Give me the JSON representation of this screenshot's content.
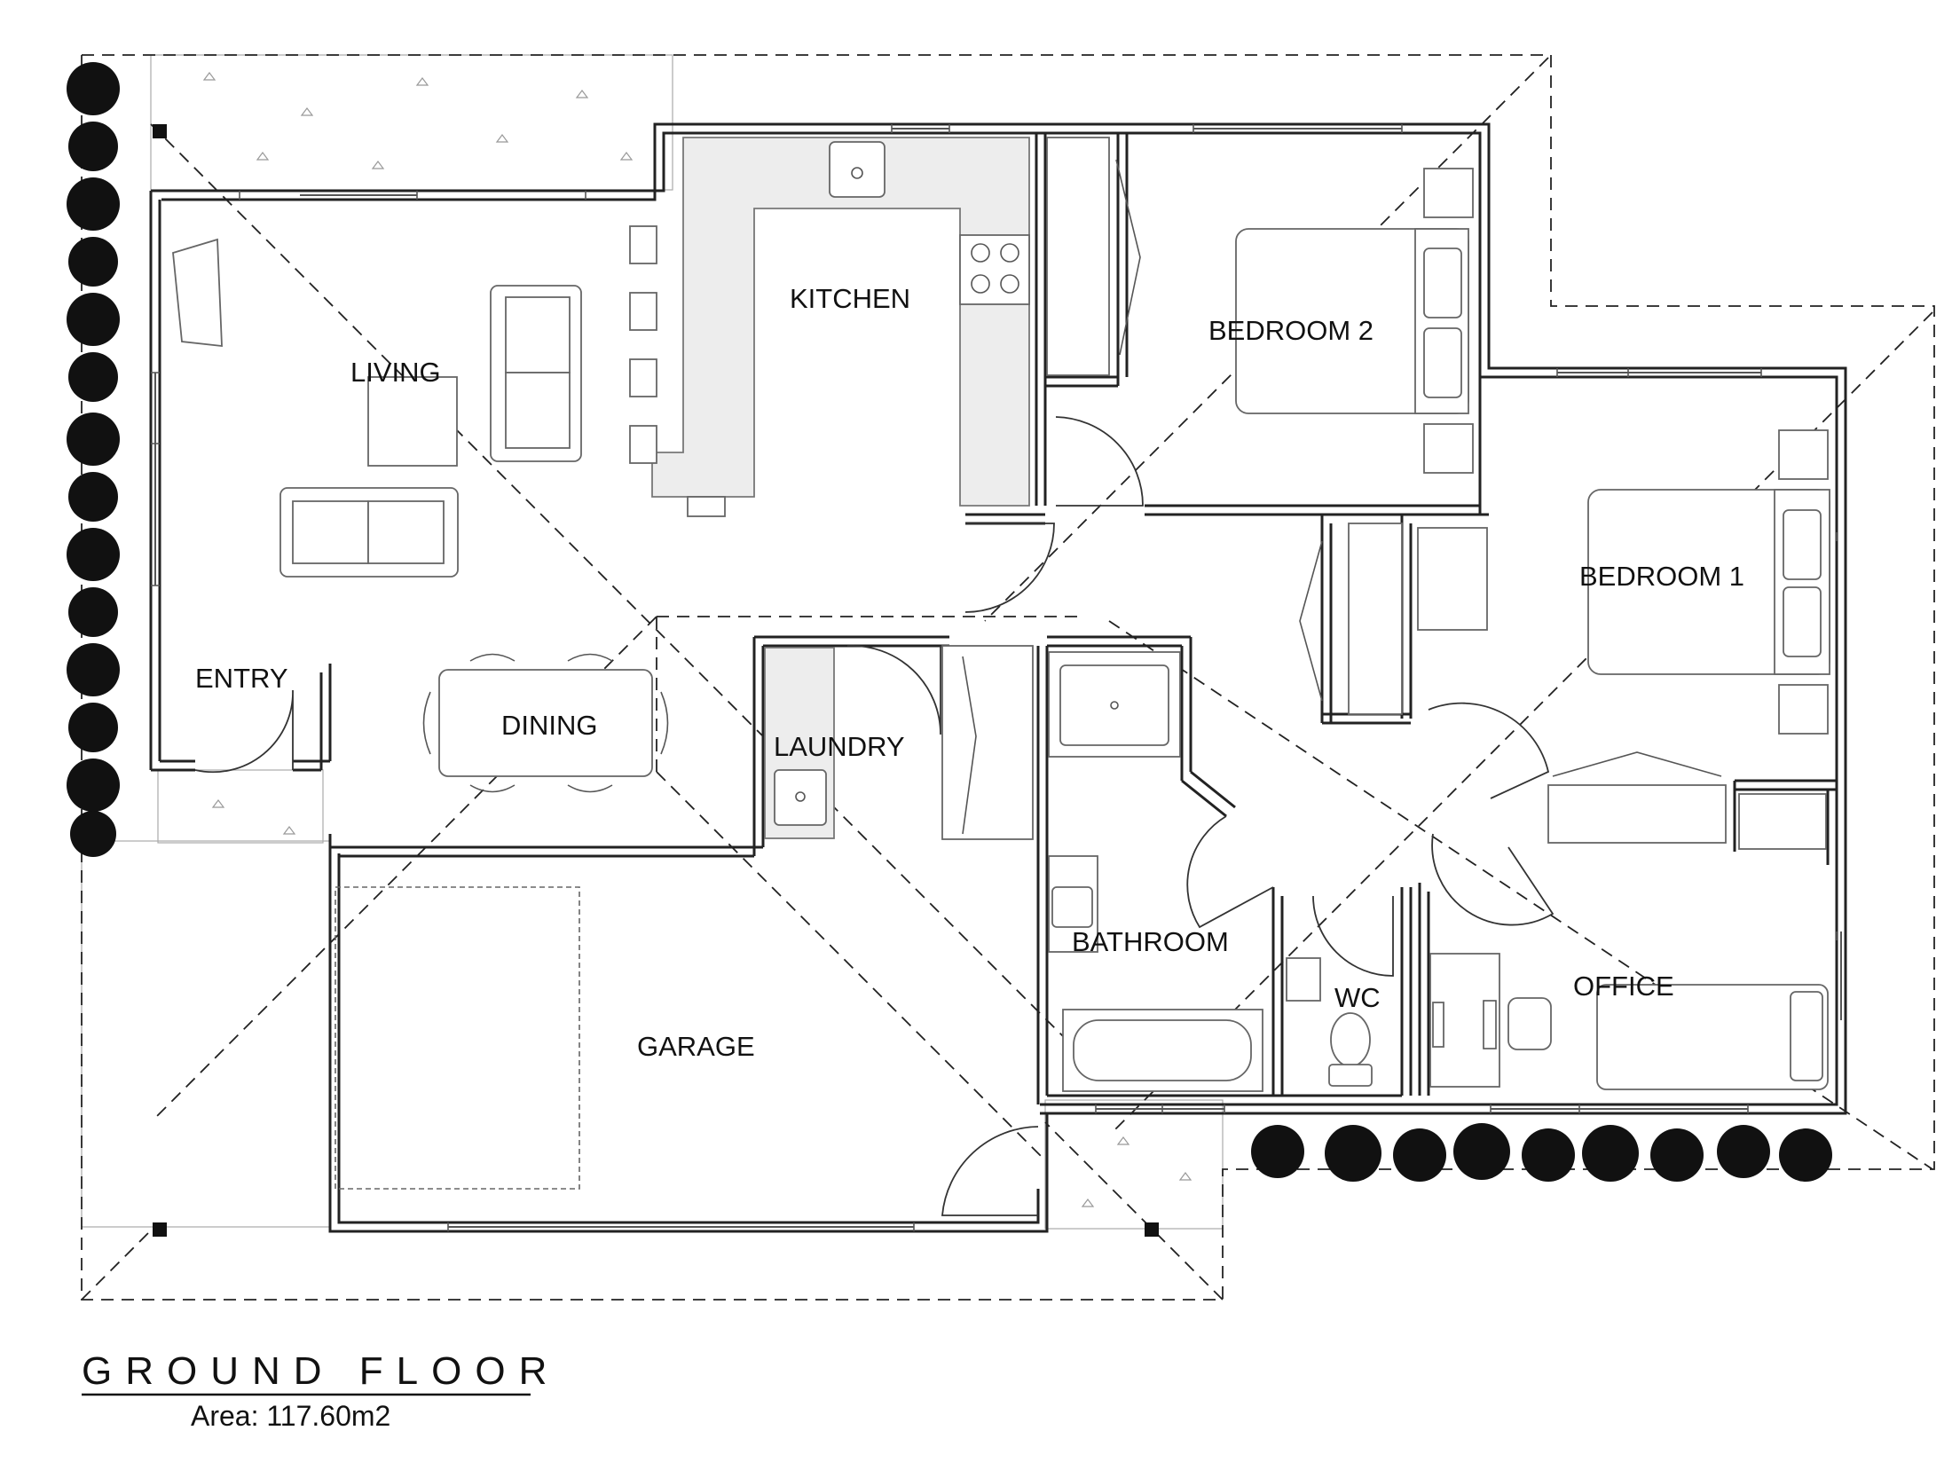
{
  "plan": {
    "rooms": {
      "living": "LIVING",
      "kitchen": "KITCHEN",
      "bedroom2": "BEDROOM 2",
      "bedroom1": "BEDROOM 1",
      "entry": "ENTRY",
      "dining": "DINING",
      "laundry": "LAUNDRY",
      "bathroom": "BATHROOM",
      "wc": "WC",
      "office": "OFFICE",
      "garage": "GARAGE"
    },
    "title": "GROUND FLOOR",
    "area": "Area: 117.60m2"
  },
  "icons": [
    "shrub-icon",
    "sofa-icon",
    "bed-icon",
    "sink-icon",
    "stove-icon",
    "toilet-icon",
    "bathtub-icon",
    "shower-icon",
    "desk-chair-icon",
    "dining-chair-icon",
    "wardrobe-icon"
  ]
}
